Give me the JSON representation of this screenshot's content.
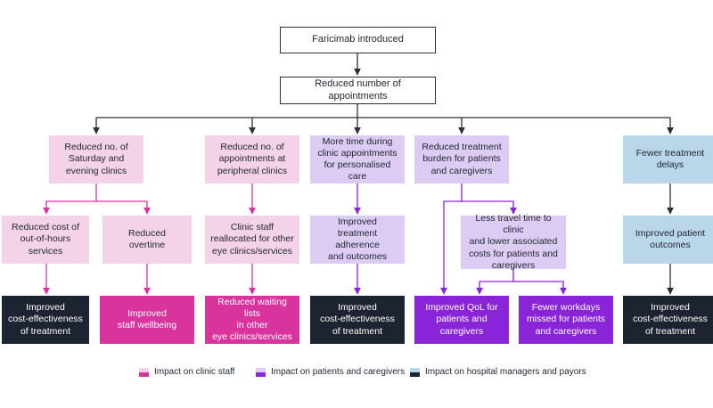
{
  "diagram": {
    "top": "Faricimab introduced",
    "second": "Reduced number of appointments",
    "branch1": {
      "head": "Reduced no. of\nSaturday and\nevening clinics",
      "a_mid": "Reduced cost of\nout-of-hours\nservices",
      "a_out": "Improved\ncost-effectiveness\nof treatment",
      "b_mid": "Reduced\novertime",
      "b_out": "Improved\nstaff wellbeing"
    },
    "branch2": {
      "head": "Reduced no. of\nappointments at\nperipheral clinics",
      "mid": "Clinic staff\nreallocated for other\neye clinics/services",
      "out": "Reduced waiting lists\nin other\neye clinics/services"
    },
    "branch3": {
      "head": "More time during\nclinic appointments\nfor personalised care",
      "mid": "Improved\ntreatment adherence\nand outcomes",
      "out": "Improved\ncost-effectiveness\nof treatment"
    },
    "branch4": {
      "head": "Reduced treatment\nburden for patients\nand caregivers",
      "mid": "Less travel time to clinic\nand lower associated\ncosts for patients and\ncaregivers",
      "out_qol": "Improved QoL for\npatients and\ncaregivers",
      "out_work": "Fewer workdays\nmissed for patients\nand caregivers"
    },
    "branch5": {
      "head": "Fewer treatment\ndelays",
      "mid": "Improved patient\noutcomes",
      "out": "Improved\ncost-effectiveness\nof treatment"
    }
  },
  "legend": [
    {
      "label": "Impact on clinic staff",
      "light": "#f4d3e8",
      "dark": "#d9349e"
    },
    {
      "label": "Impact on patients and caregivers",
      "light": "#dccbf3",
      "dark": "#8a24d9"
    },
    {
      "label": "Impact on hospital managers and payors",
      "light": "#b9d6ea",
      "dark": "#1d2331"
    }
  ],
  "colors": {
    "line_dark": "#2a2f3a",
    "line_pink": "#d9349e",
    "line_purple": "#8a24d9"
  }
}
